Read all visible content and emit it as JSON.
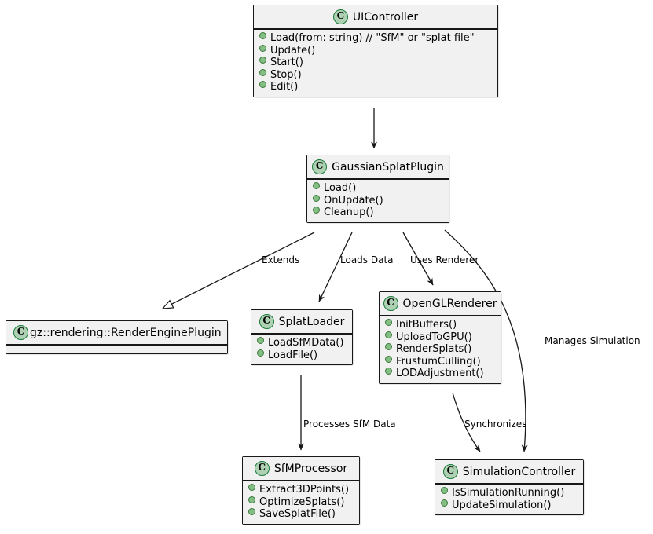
{
  "diagram": {
    "type": "uml-class-diagram",
    "title": "",
    "background": "#FFFFFF",
    "colors": {
      "box_fill": "#F1F1F1",
      "box_border": "#181818",
      "class_icon_fill": "#ADD1B2",
      "class_icon_border": "#1A7A3A",
      "member_bullet": "#84BE84",
      "edge": "#181818",
      "text": "#000000"
    }
  },
  "classes": [
    {
      "id": "uicontroller",
      "name": "UIController",
      "icon": "class-icon-c",
      "members": [
        "Load(from: string)  // \"SfM\" or \"splat file\"",
        "Update()",
        "Start()",
        "Stop()",
        "Edit()"
      ]
    },
    {
      "id": "gaussiansplatplugin",
      "name": "GaussianSplatPlugin",
      "icon": "class-icon-c",
      "members": [
        "Load()",
        "OnUpdate()",
        "Cleanup()"
      ]
    },
    {
      "id": "renderengineplugin",
      "name": "gz::rendering::RenderEnginePlugin",
      "icon": "class-icon-c",
      "members": []
    },
    {
      "id": "splatloader",
      "name": "SplatLoader",
      "icon": "class-icon-c",
      "members": [
        "LoadSfMData()",
        "LoadFile()"
      ]
    },
    {
      "id": "openglrenderer",
      "name": "OpenGLRenderer",
      "icon": "class-icon-c",
      "members": [
        "InitBuffers()",
        "UploadToGPU()",
        "RenderSplats()",
        "FrustumCulling()",
        "LODAdjustment()"
      ]
    },
    {
      "id": "sfmprocessor",
      "name": "SfMProcessor",
      "icon": "class-icon-c",
      "members": [
        "Extract3DPoints()",
        "OptimizeSplats()",
        "SaveSplatFile()"
      ]
    },
    {
      "id": "simulationcontroller",
      "name": "SimulationController",
      "icon": "class-icon-c",
      "members": [
        "IsSimulationRunning()",
        "UpdateSimulation()"
      ]
    }
  ],
  "edges": [
    {
      "id": "e1",
      "from": "uicontroller",
      "to": "gaussiansplatplugin",
      "label": "",
      "arrow": "solid-filled"
    },
    {
      "id": "e2",
      "from": "gaussiansplatplugin",
      "to": "renderengineplugin",
      "label": "Extends",
      "arrow": "hollow-triangle"
    },
    {
      "id": "e3",
      "from": "gaussiansplatplugin",
      "to": "splatloader",
      "label": "Loads Data",
      "arrow": "solid-filled"
    },
    {
      "id": "e4",
      "from": "gaussiansplatplugin",
      "to": "openglrenderer",
      "label": "Uses Renderer",
      "arrow": "solid-filled"
    },
    {
      "id": "e5",
      "from": "gaussiansplatplugin",
      "to": "simulationcontroller",
      "label": "Manages Simulation",
      "arrow": "solid-filled"
    },
    {
      "id": "e6",
      "from": "splatloader",
      "to": "sfmprocessor",
      "label": "Processes SfM Data",
      "arrow": "solid-filled"
    },
    {
      "id": "e7",
      "from": "openglrenderer",
      "to": "simulationcontroller",
      "label": "Synchronizes",
      "arrow": "solid-filled"
    }
  ]
}
